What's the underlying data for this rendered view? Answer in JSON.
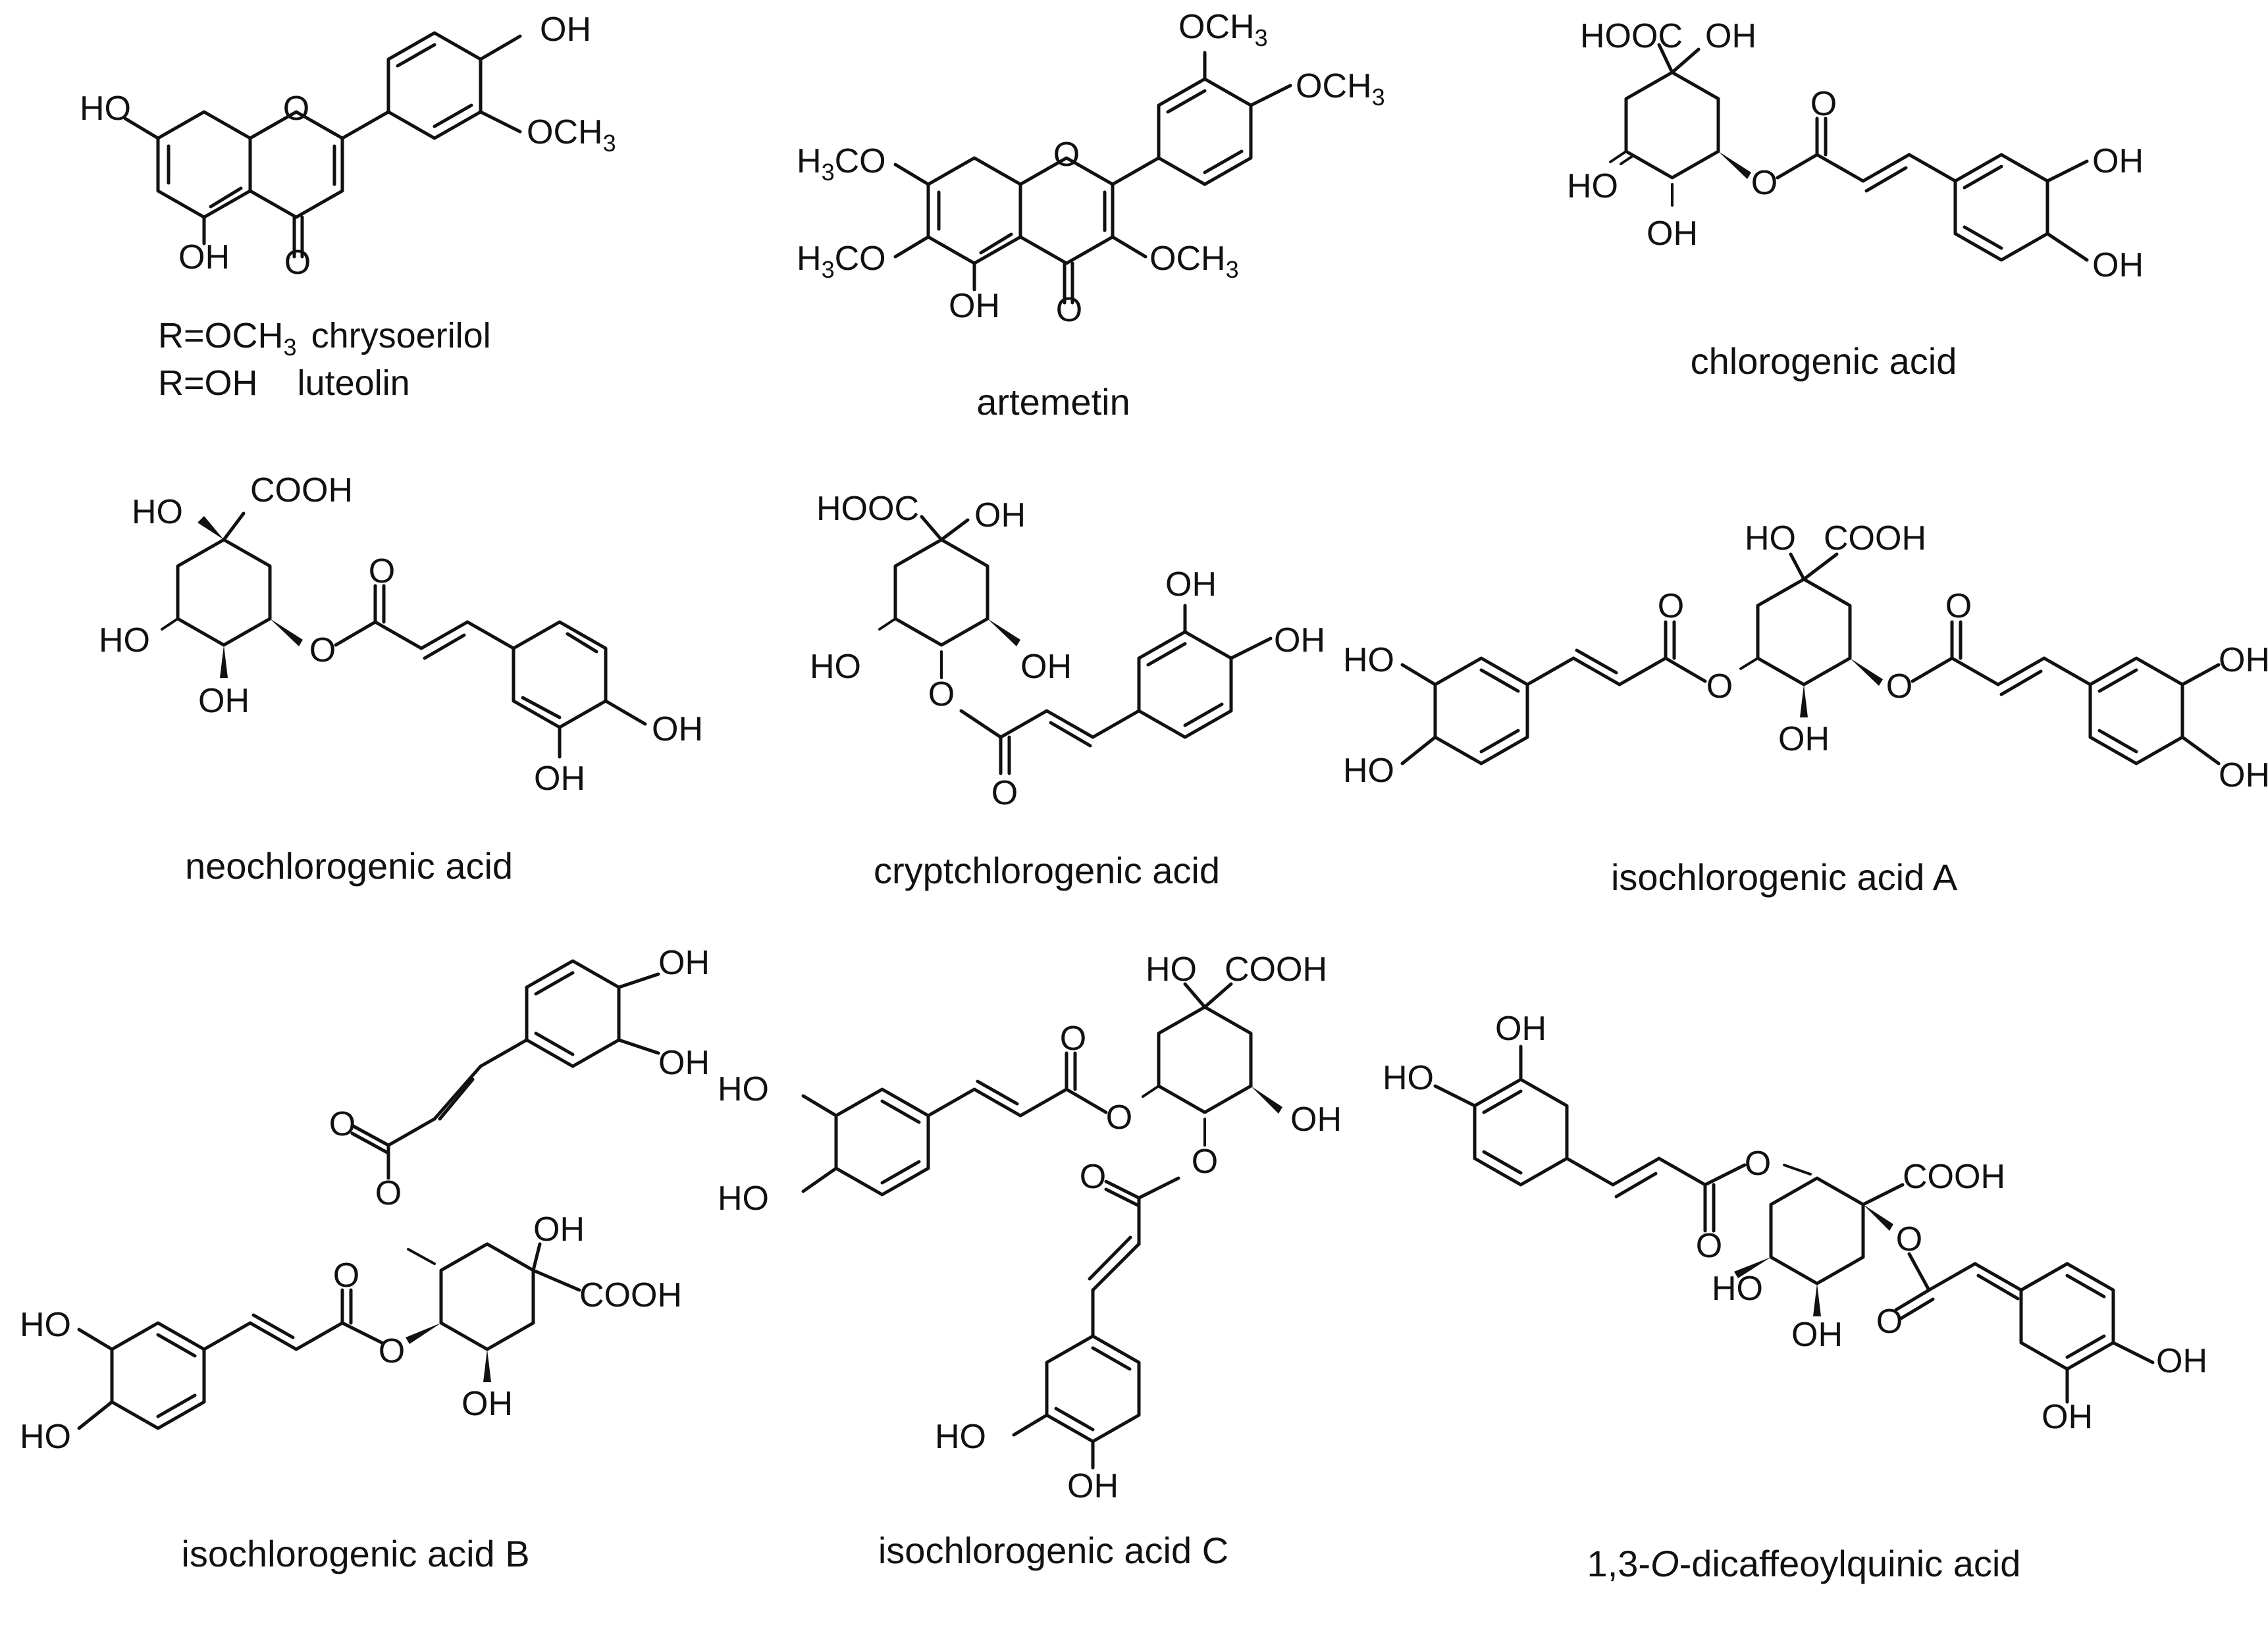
{
  "compounds": [
    {
      "caption": "artemetin"
    },
    {
      "caption": "chlorogenic acid"
    },
    {
      "caption": "neochlorogenic acid"
    },
    {
      "caption": "cryptchlorogenic acid"
    },
    {
      "caption": "isochlorogenic acid A"
    },
    {
      "caption": "isochlorogenic acid B"
    },
    {
      "caption": "isochlorogenic acid C"
    }
  ],
  "luteolin_group": {
    "r_och3": "R=OCH",
    "r_och3_sub": "3",
    "r_och3_name": "chrysoerilol",
    "r_oh": "R=OH",
    "r_oh_name": "luteolin"
  },
  "dicaffeoyl": {
    "prefix": "1,3-",
    "italic": "O",
    "suffix": "-dicaffeoylquinic acid"
  },
  "atom_labels": {
    "OH": "OH",
    "HO": "HO",
    "O": "O",
    "OCH": "OCH",
    "H3CO_main": "H",
    "H3CO_sub": "3",
    "H3CO_tail": "CO",
    "sub3": "3",
    "COOH": "COOH",
    "HOOC": "HOOC"
  }
}
